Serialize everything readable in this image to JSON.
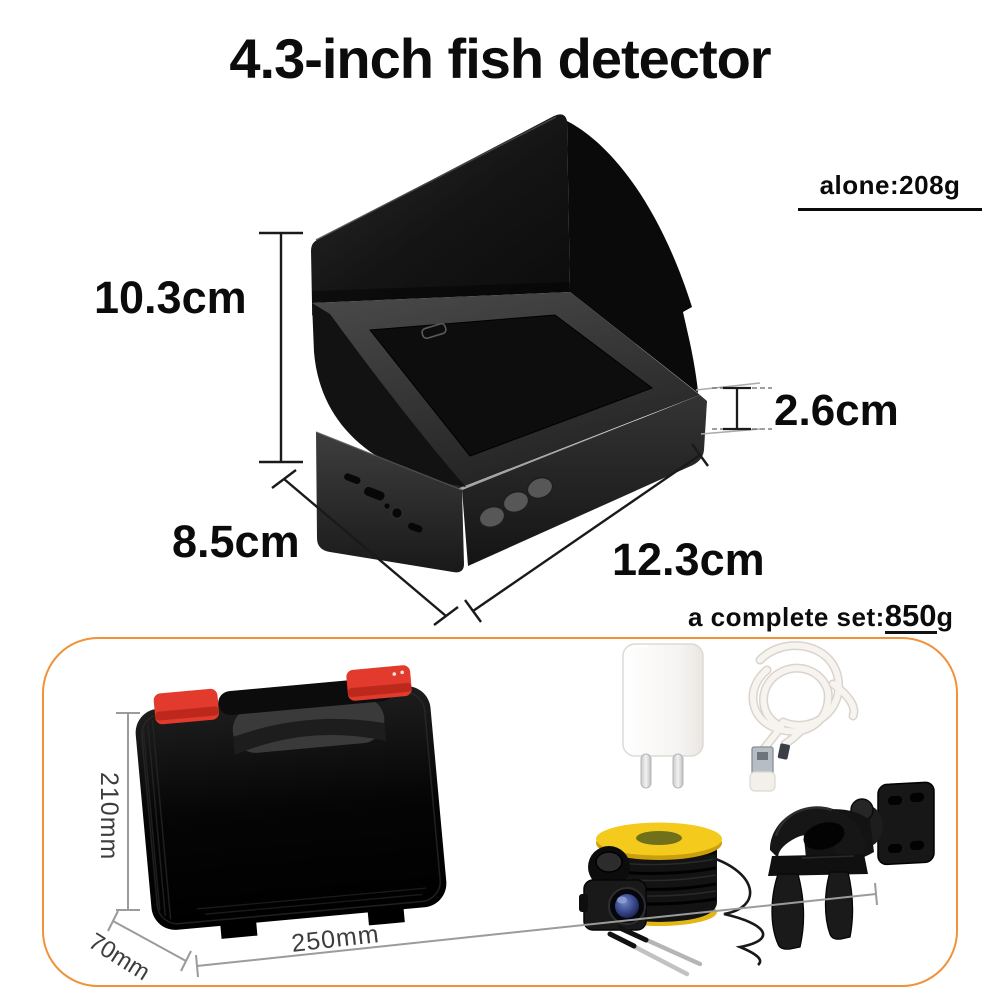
{
  "title": "4.3-inch fish detector",
  "monitor_section": {
    "weight_badge": "alone:208g",
    "dims": {
      "height": "10.3cm",
      "thickness": "2.6cm",
      "depth": "8.5cm",
      "width": "12.3cm"
    },
    "product_icon": "fish-detector-monitor-with-sun-visor"
  },
  "kit_section": {
    "heading_prefix": "a complete set:",
    "heading_weight": "850",
    "heading_unit": "g",
    "border_color": "#f0923a",
    "case_dims": {
      "height": "210mm",
      "depth": "70mm",
      "width": "250mm"
    },
    "item_icons": [
      "carrying-case",
      "power-adapter",
      "usb-cable",
      "camera-with-cable-spool",
      "mount-bracket"
    ],
    "colors": {
      "latch_red": "#e23a2c",
      "spool_yellow": "#f4ca1c",
      "lens_blue": "#4a5ba0"
    }
  }
}
